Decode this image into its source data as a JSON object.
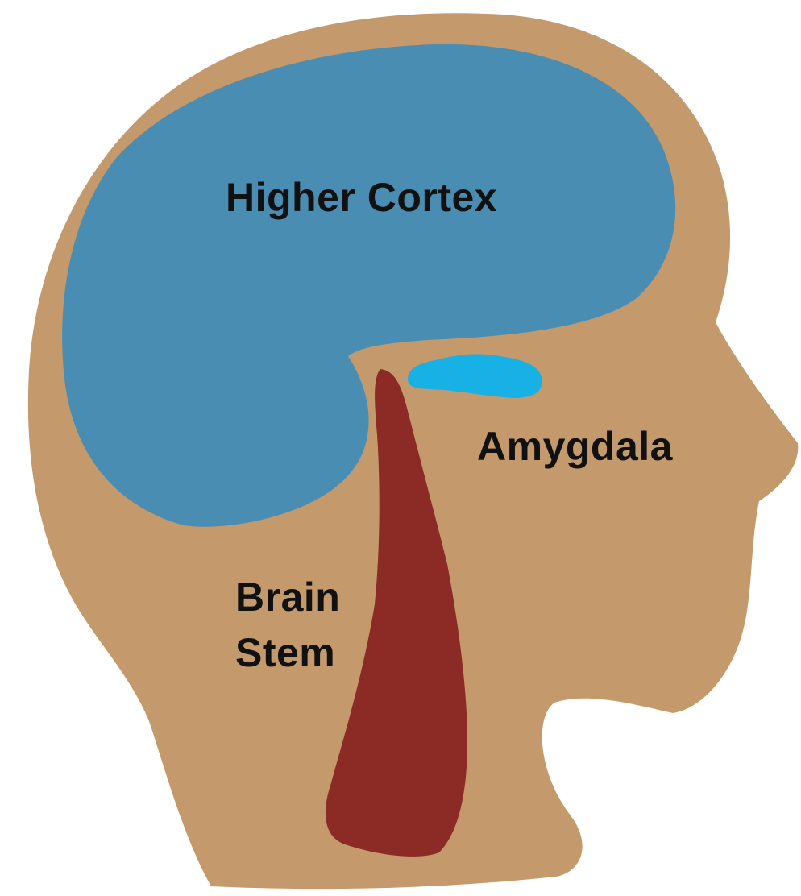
{
  "labels": {
    "higher_cortex": "Higher Cortex",
    "amygdala": "Amygdala",
    "brain_stem_line1": "Brain",
    "brain_stem_line2": "Stem"
  },
  "colors": {
    "background": "#ffffff",
    "head": "#c4996b",
    "higher_cortex": "#4a8db2",
    "amygdala": "#17b1e6",
    "brain_stem": "#8c2b26",
    "text": "#111111"
  }
}
